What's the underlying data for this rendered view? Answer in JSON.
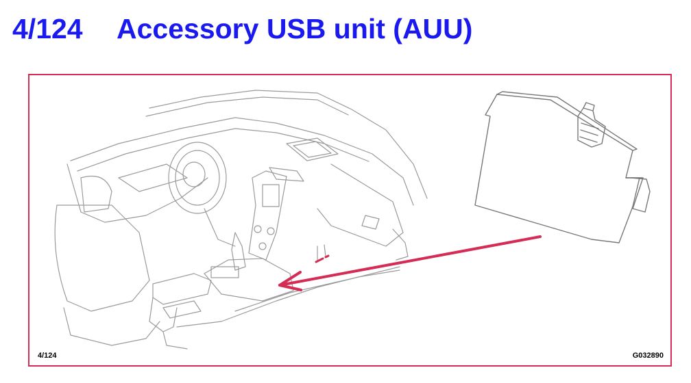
{
  "header": {
    "code": "4/124",
    "title": "Accessory USB unit (AUU)"
  },
  "figure": {
    "ref_left": "4/124",
    "ref_right": "G032890"
  },
  "colors": {
    "title": "#1a1af0",
    "frame": "#d42c54",
    "arrow": "#d42c54",
    "line_art": "#9a9a9a"
  }
}
